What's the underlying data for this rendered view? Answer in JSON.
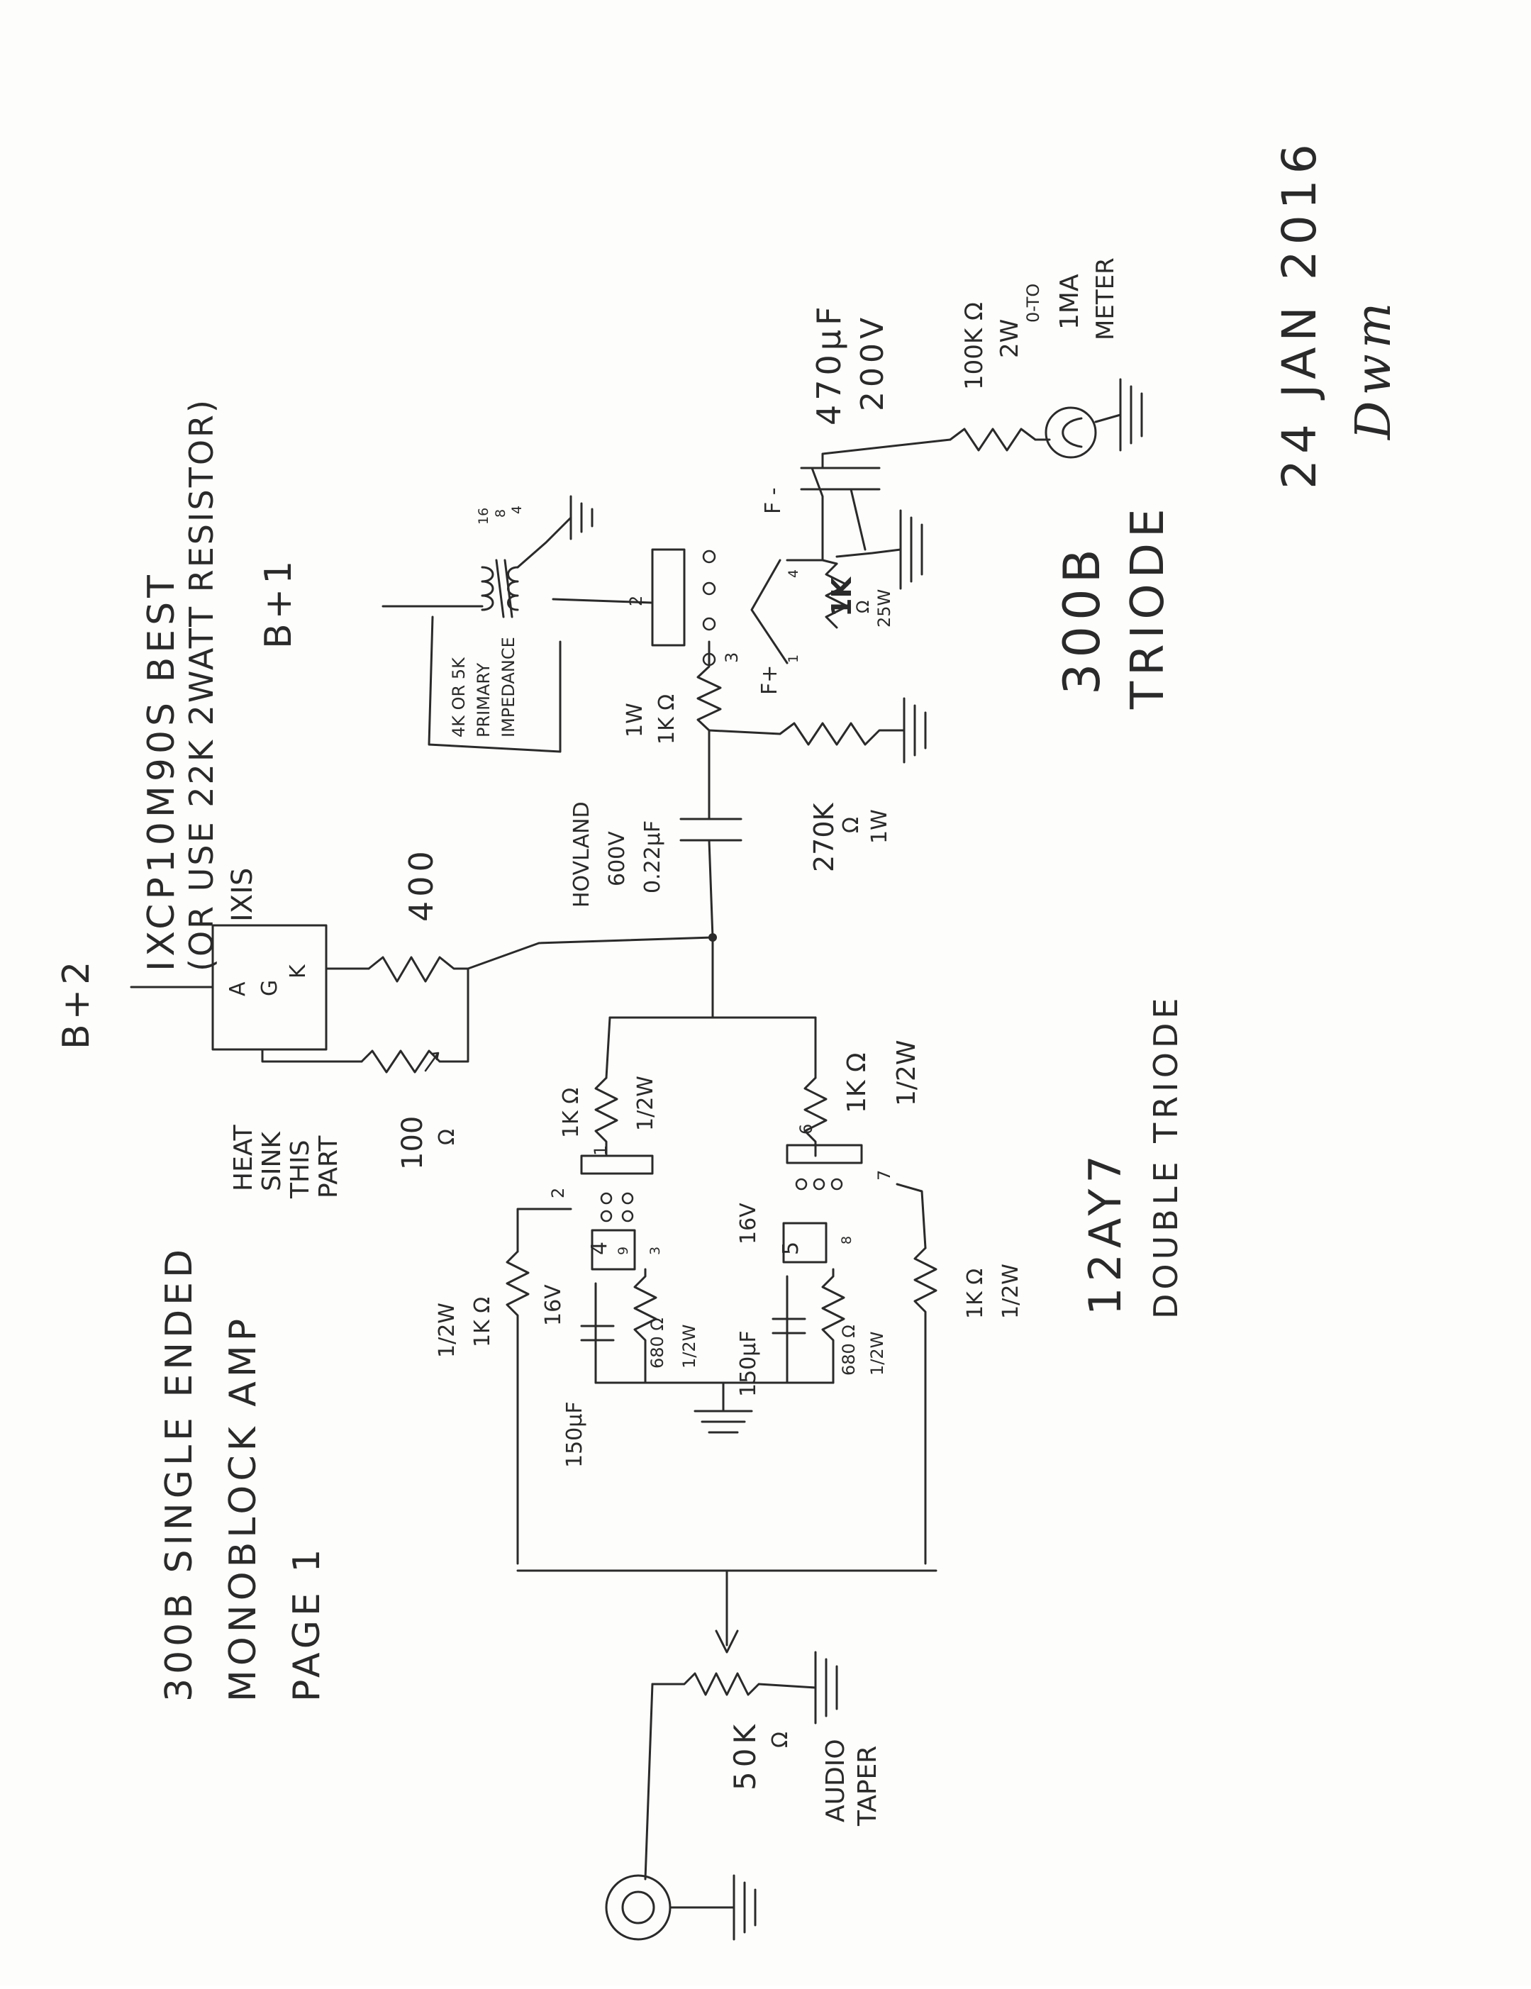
{
  "title": {
    "line1": "300B SINGLE ENDED",
    "line2": "MONOBLOCK AMP",
    "line3": "PAGE 1"
  },
  "supplies": {
    "bplus2": "B+2",
    "bplus1": "B+1"
  },
  "ixcp": {
    "line1": "IXCP10M90S BEST",
    "line2": "(OR USE 22K 2WATT RESISTOR)",
    "brand": "IXIS",
    "pin_a": "A",
    "pin_g": "G",
    "pin_k": "K"
  },
  "heatsink": {
    "line1": "HEAT",
    "line2": "SINK",
    "line3": "THIS",
    "line4": "PART"
  },
  "r400": {
    "value": "400"
  },
  "r100": {
    "value": "100",
    "unit": "Ω"
  },
  "transformer": {
    "line1": "4K OR 5K",
    "line2": "PRIMARY",
    "line3": "IMPEDANCE",
    "taps": [
      "16",
      "8",
      "4"
    ]
  },
  "coupling_cap": {
    "line1": "HOVLAND",
    "line2": "600V",
    "line3": "0.22μF"
  },
  "grid_stopper": {
    "line1": "1W",
    "line2": "1K Ω"
  },
  "r270k": {
    "line1": "270K",
    "line2": "Ω",
    "line3": "1W"
  },
  "tube_300b": {
    "line1": "300B",
    "line2": "TRIODE",
    "pin2": "2",
    "pin3": "3",
    "pin_f_minus": "F -",
    "pin_f_plus": "F+",
    "pin4": "4",
    "pin1": "1"
  },
  "cathode_r": {
    "line1": "1K",
    "line2": "Ω",
    "line3": "25W"
  },
  "cathode_cap": {
    "line1": "470μF",
    "line2": "200V"
  },
  "meter": {
    "r_line1": "100K Ω",
    "r_line2": "2W",
    "line1": "0-TO",
    "line2": "1MA",
    "line3": "METER"
  },
  "plate_r_left": {
    "line1": "1K Ω",
    "line2": "1/2W"
  },
  "plate_r_right": {
    "line1": "1K Ω",
    "line2": "1/2W"
  },
  "input_r_left": {
    "line1": "1/2W",
    "line2": "1K Ω"
  },
  "input_r_right": {
    "line1": "1K Ω",
    "line2": "1/2W"
  },
  "cap_left": {
    "line1": "150μF",
    "line2": "16V"
  },
  "cap_right": {
    "line1": "150μF",
    "line2": "16V"
  },
  "kr_left": {
    "line1": "680 Ω",
    "line2": "1/2W"
  },
  "kr_right": {
    "line1": "680 Ω",
    "line2": "1/2W"
  },
  "tube_12ay7": {
    "line1": "12AY7",
    "line2": "DOUBLE TRIODE",
    "pin1": "1",
    "pin2": "2",
    "pin3": "3",
    "pin4": "4",
    "pin5": "5",
    "pin6": "6",
    "pin7": "7",
    "pin8": "8",
    "pin9": "9"
  },
  "volume_pot": {
    "line1": "50K",
    "line2": "Ω",
    "line3": "AUDIO",
    "line4": "TAPER"
  },
  "date": {
    "text": "24 JAN 2016",
    "signature": "Dwm"
  }
}
